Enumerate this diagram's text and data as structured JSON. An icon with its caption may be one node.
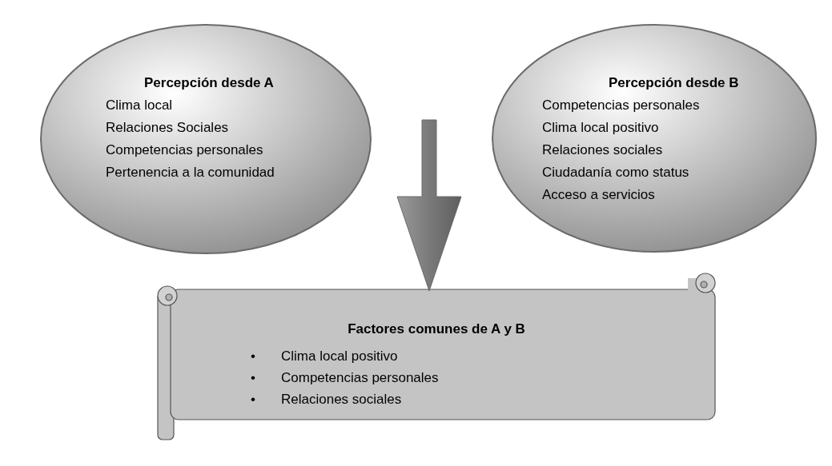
{
  "diagram": {
    "nodes": [
      {
        "text": [
          "Percepción desde A",
          "Clima local",
          "Relaciones Sociales",
          "Competencias personales",
          "Pertenencia a la comunidad"
        ]
      },
      {
        "text": [
          "Percepción desde B",
          "Competencias personales",
          "Clima local positivo",
          "Relaciones sociales",
          "Ciudadanía como status",
          "Acceso a servicios"
        ]
      },
      {
        "text": [
          "Factores comunes de A y B",
          "Clima local positivo",
          "Competencias personales",
          "Relaciones sociales"
        ]
      }
    ],
    "edges": [
      {
        "from": null,
        "to": 2,
        "arrow": "to",
        "style": "thick"
      }
    ],
    "labels": [
      "•",
      "•",
      "•"
    ]
  }
}
